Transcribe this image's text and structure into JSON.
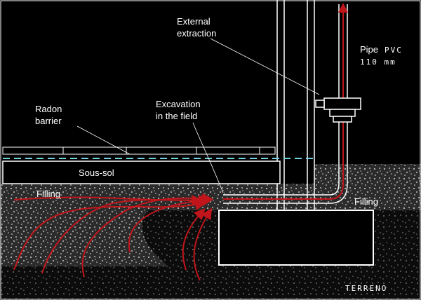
{
  "labels": {
    "external_line1": "External",
    "external_line2": "extraction",
    "pipe_word": "Pipe",
    "pipe_material": "PVC",
    "pipe_diameter": "110 mm",
    "radon_line1": "Radon",
    "radon_line2": "barrier",
    "excavation_line1": "Excavation",
    "excavation_line2": "in the field",
    "subfloor": "Sous-sol",
    "filling_left": "Filling",
    "filling_right": "Filling",
    "terrain": "TERRENO"
  },
  "colors": {
    "background": "#000000",
    "line": "#ffffff",
    "air_flow": "#c0151a",
    "radon_barrier": "#6fd3e0",
    "gravel_light": "#9a9a9a",
    "soil_dark": "#1a1a1a"
  }
}
